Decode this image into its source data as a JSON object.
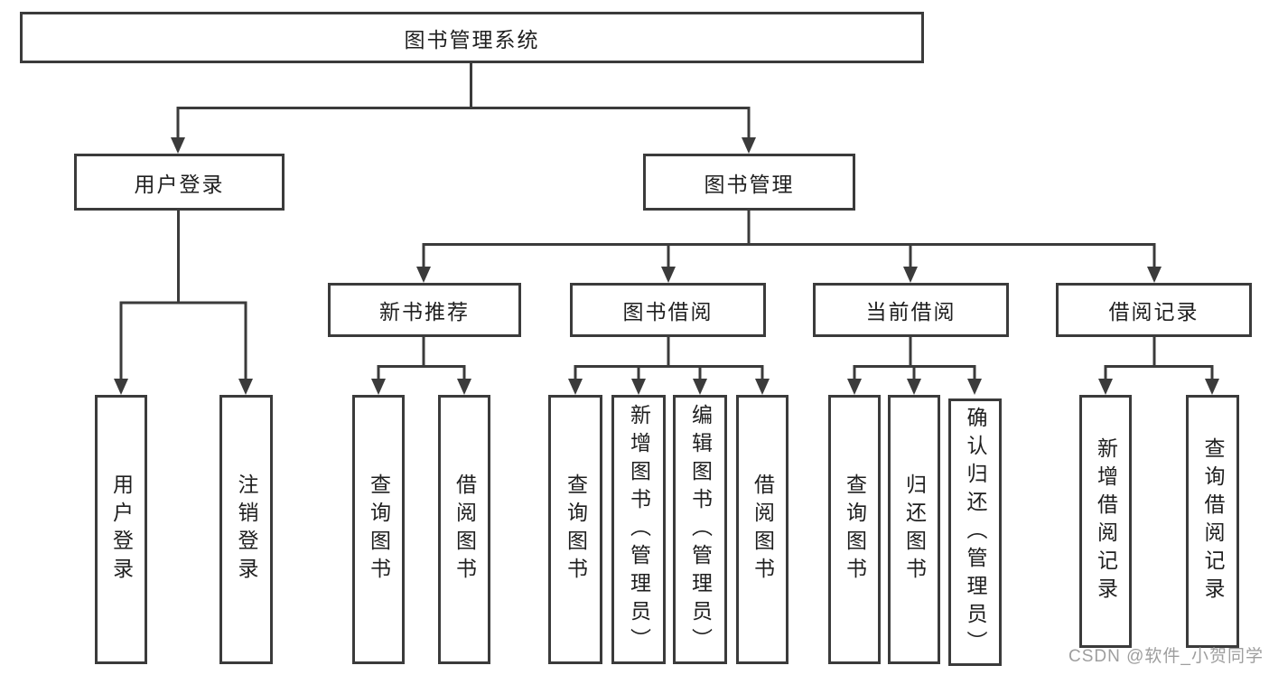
{
  "diagram": {
    "root": {
      "label": "图书管理系统"
    },
    "branches": {
      "user_login": {
        "label": "用户登录"
      },
      "book_management": {
        "label": "图书管理"
      }
    },
    "modules": {
      "new_book_recommend": {
        "label": "新书推荐"
      },
      "book_borrow": {
        "label": "图书借阅"
      },
      "current_borrow": {
        "label": "当前借阅"
      },
      "borrow_records": {
        "label": "借阅记录"
      }
    },
    "leaves": {
      "user_login": {
        "label": "用户登录"
      },
      "logout": {
        "label": "注销登录"
      },
      "nb_query_books": {
        "label": "查询图书"
      },
      "nb_borrow_books": {
        "label": "借阅图书"
      },
      "bb_query_books": {
        "label": "查询图书"
      },
      "bb_add_books_admin": {
        "label": "新增图书（管理员）"
      },
      "bb_edit_books_admin": {
        "label": "编辑图书（管理员）"
      },
      "bb_borrow_books": {
        "label": "借阅图书"
      },
      "cb_query_books": {
        "label": "查询图书"
      },
      "cb_return_books": {
        "label": "归还图书"
      },
      "cb_confirm_return_admin": {
        "label": "确认归还（管理员）"
      },
      "br_add_record": {
        "label": "新增借阅记录"
      },
      "br_query_record": {
        "label": "查询借阅记录"
      }
    }
  },
  "watermark": {
    "text": "CSDN @软件_小贺同学"
  },
  "colors": {
    "line": "#3b3b3b",
    "text": "#1f1f1f",
    "watermark": "#9e9e9e",
    "background": "#ffffff"
  }
}
